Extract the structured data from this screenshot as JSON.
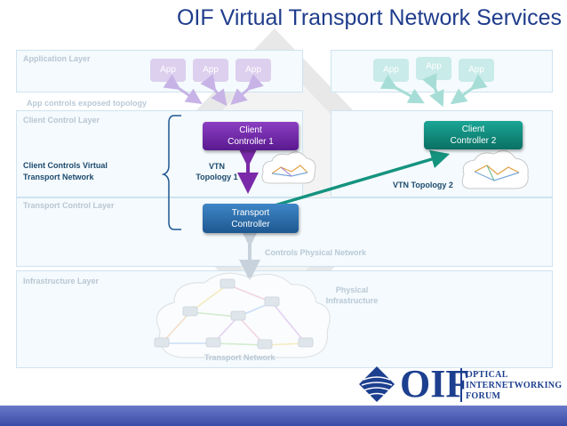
{
  "title": "OIF Virtual Transport Network Services",
  "layers": {
    "application": "Application Layer",
    "client_control": "Client Control Layer",
    "transport_control": "Transport Control Layer",
    "infrastructure": "Infrastructure Layer"
  },
  "apps_left": [
    "App",
    "App",
    "App"
  ],
  "apps_right": [
    "App",
    "App",
    "App"
  ],
  "app_controls_text": "App controls exposed topology",
  "client_controller_1": [
    "Client",
    "Controller 1"
  ],
  "client_controller_2": [
    "Client",
    "Controller 2"
  ],
  "transport_controller": [
    "Transport",
    "Controller"
  ],
  "client_controls_text": [
    "Client Controls Virtual",
    "Transport Network"
  ],
  "vtn_topology_1": [
    "VTN",
    "Topology 1"
  ],
  "vtn_topology_2": "VTN Topology 2",
  "controls_physical": "Controls Physical Network",
  "physical_infrastructure": [
    "Physical",
    "Infrastructure"
  ],
  "transport_network": "Transport Network",
  "logo": {
    "letters": "OIF",
    "lines": [
      "OPTICAL",
      "INTERNETWORKING",
      "FORUM"
    ]
  },
  "colors": {
    "title": "#1f3c8c",
    "client_controller_1": "#6a24a4",
    "client_controller_2": "#0e8a7c",
    "transport_controller": "#2a6aab",
    "vtn1_arrow": "#7a2aa8",
    "vtn2_arrow": "#14937f",
    "footer_bar": "#4a5bb5"
  }
}
